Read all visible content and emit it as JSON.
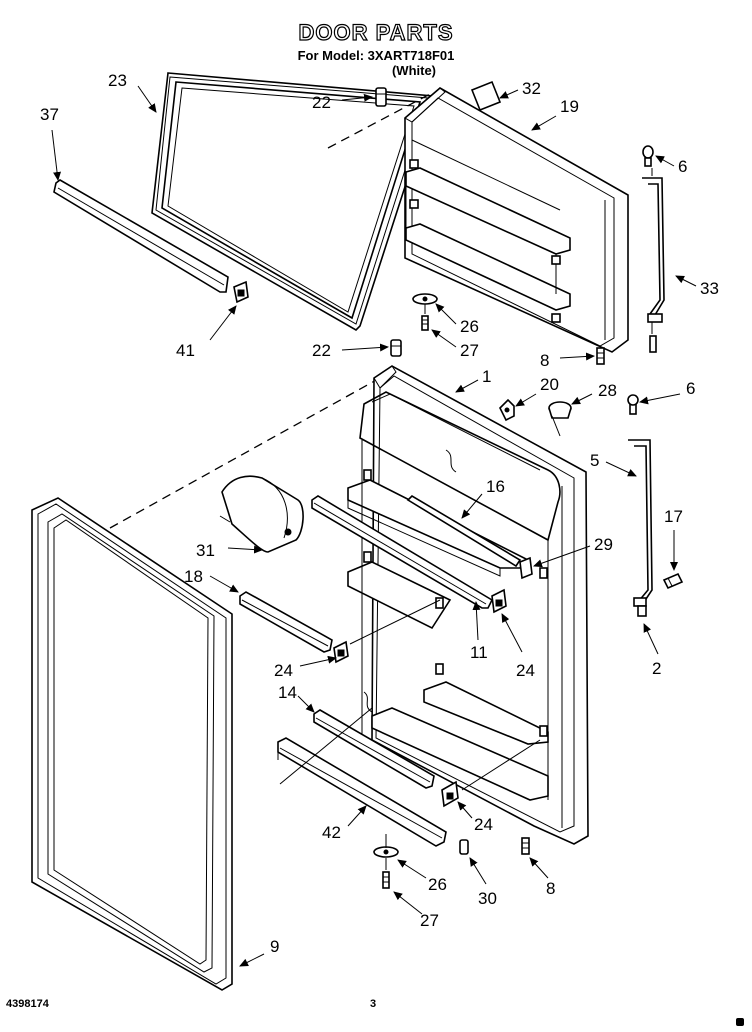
{
  "header": {
    "title": "DOOR PARTS",
    "model_line": "For Model: 3XART718F01",
    "color_line": "(White)"
  },
  "footer": {
    "part_number": "4398174",
    "page_number": "3"
  },
  "callouts": [
    "23",
    "37",
    "22",
    "32",
    "19",
    "6",
    "33",
    "41",
    "26",
    "27",
    "22",
    "8",
    "1",
    "20",
    "28",
    "6",
    "5",
    "16",
    "17",
    "29",
    "31",
    "18",
    "24",
    "11",
    "24",
    "2",
    "14",
    "24",
    "42",
    "26",
    "30",
    "8",
    "27",
    "9"
  ]
}
